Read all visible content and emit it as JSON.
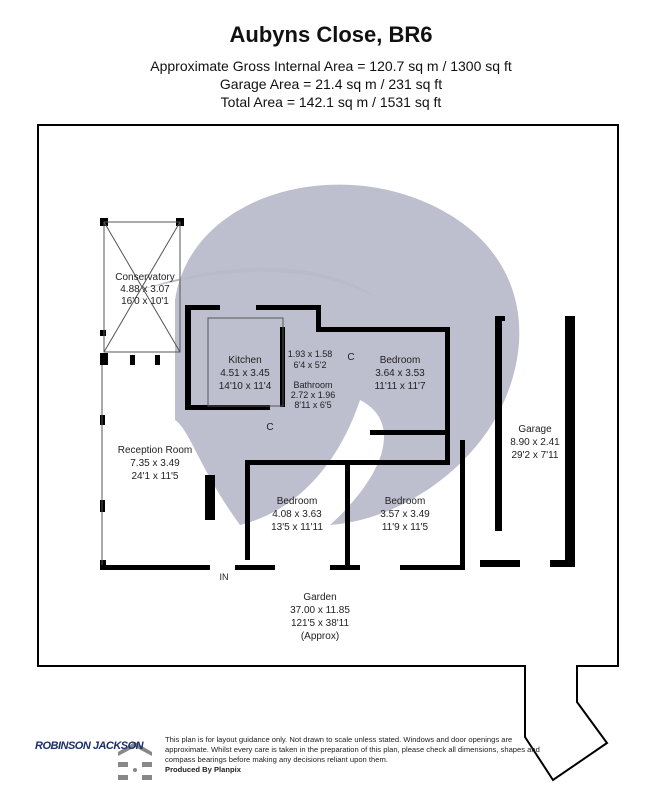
{
  "header": {
    "title": "Aubyns Close, BR6",
    "gross_internal": "Approximate Gross Internal Area = 120.7 sq m / 1300 sq ft",
    "garage_area": "Garage Area = 21.4 sq m / 231 sq ft",
    "total_area": "Total Area = 142.1 sq m / 1531 sq ft"
  },
  "rooms": {
    "conservatory": {
      "name": "Conservatory",
      "metric": "4.88 x 3.07",
      "imperial": "16'0 x 10'1"
    },
    "kitchen": {
      "name": "Kitchen",
      "metric": "4.51 x 3.45",
      "imperial": "14'10 x 11'4"
    },
    "hall": {
      "metric": "1.93 x 1.58",
      "imperial": "6'4 x 5'2"
    },
    "bathroom": {
      "name": "Bathroom",
      "metric": "2.72 x 1.96",
      "imperial": "8'11 x 6'5"
    },
    "bedroom1": {
      "name": "Bedroom",
      "metric": "3.64 x 3.53",
      "imperial": "11'11 x 11'7"
    },
    "reception": {
      "name": "Reception Room",
      "metric": "7.35 x 3.49",
      "imperial": "24'1 x 11'5"
    },
    "bedroom2": {
      "name": "Bedroom",
      "metric": "4.08 x 3.63",
      "imperial": "13'5 x 11'11"
    },
    "bedroom3": {
      "name": "Bedroom",
      "metric": "3.57 x 3.49",
      "imperial": "11'9 x 11'5"
    },
    "garage": {
      "name": "Garage",
      "metric": "8.90 x 2.41",
      "imperial": "29'2 x 7'11"
    },
    "garden": {
      "name": "Garden",
      "metric": "37.00 x 11.85",
      "imperial": "121'5 x 38'11",
      "note": "(Approx)"
    },
    "cupboard1": {
      "name": "C"
    },
    "cupboard2": {
      "name": "C"
    },
    "entrance": {
      "name": "IN"
    }
  },
  "footer": {
    "brand": "ROBINSON JACKSON",
    "disclaimer": "This plan is for layout guidance only. Not drawn to scale unless stated. Windows and door openings are approximate. Whilst every care is taken in the preparation of this plan, please check all dimensions, shapes and compass bearings before making any decisions reliant upon them.",
    "produced_by": "Produced By Planpix"
  },
  "colors": {
    "watermark": "#b9bbcb",
    "walls": "#000000",
    "brand": "#1c2e6b",
    "brand_accent": "#f2c200"
  }
}
